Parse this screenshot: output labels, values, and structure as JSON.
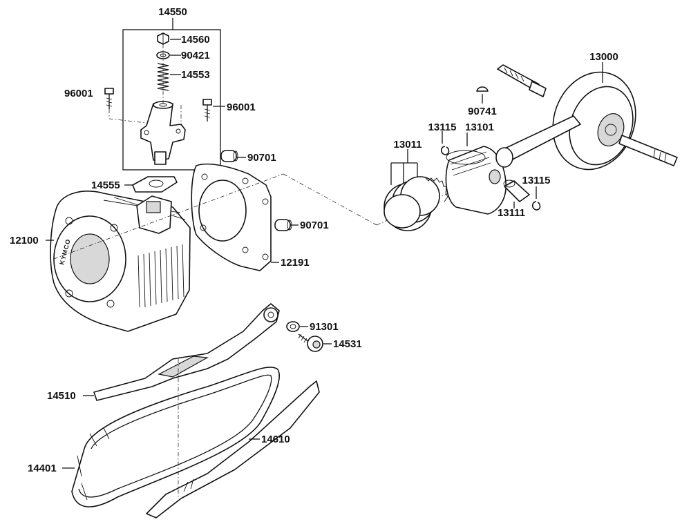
{
  "parts": {
    "p14550": "14550",
    "p14560": "14560",
    "p90421": "90421",
    "p14553": "14553",
    "p96001a": "96001",
    "p96001b": "96001",
    "p90701a": "90701",
    "p90701b": "90701",
    "p14555": "14555",
    "p12100": "12100",
    "p12191": "12191",
    "p13011": "13011",
    "p13115a": "13115",
    "p13101": "13101",
    "p90741": "90741",
    "p13000": "13000",
    "p13115b": "13115",
    "p13111": "13111",
    "p91301": "91301",
    "p14531": "14531",
    "p14510": "14510",
    "p14610": "14610",
    "p14401": "14401"
  },
  "logo": {
    "cylinder_brand": "KYMCO"
  },
  "icons": {
    "bolt": "bolt-icon",
    "washer": "washer-icon",
    "spring": "spring-icon",
    "pin": "dowel-pin-icon",
    "clip": "circlip-icon"
  }
}
